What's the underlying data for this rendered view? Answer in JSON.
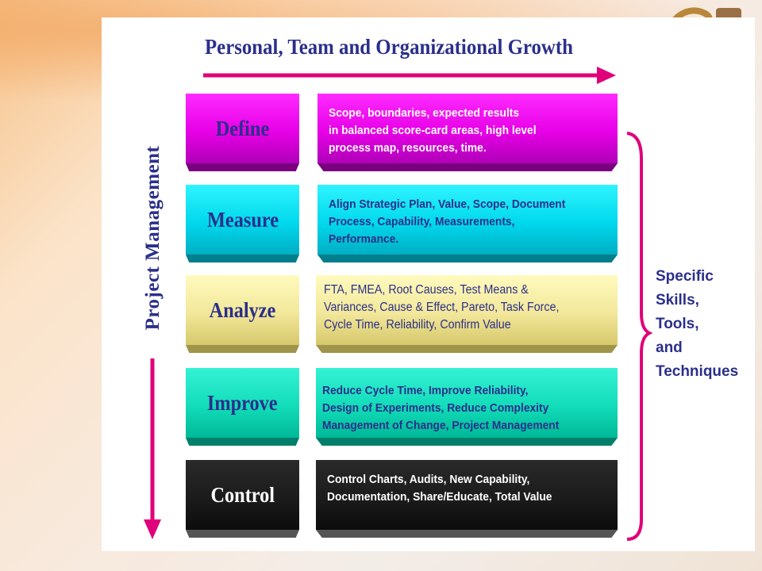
{
  "diagram": {
    "top_label": "Personal, Team and Organizational Growth",
    "side_label": "Project Management",
    "side_note": "Specific\nSkills,\nTools,\nand\nTechniques",
    "phases": [
      {
        "name": "Define",
        "description": "Scope, boundaries, expected results\n  in balanced score-card areas, high level\nprocess map, resources, time.",
        "color": "#e600e6"
      },
      {
        "name": "Measure",
        "description": "Align Strategic Plan, Value, Scope, Document\nProcess, Capability, Measurements,\nPerformance.",
        "color": "#00d8ec"
      },
      {
        "name": "Analyze",
        "description": "FTA, FMEA, Root Causes, Test Means &\nVariances, Cause & Effect, Pareto, Task Force,\nCycle Time, Reliability, Confirm Value",
        "color": "#f2e79a"
      },
      {
        "name": "Improve",
        "description": "Reduce Cycle Time, Improve Reliability,\nDesign of Experiments, Reduce Complexity\n Management of Change, Project Management",
        "color": "#12dcb9"
      },
      {
        "name": "Control",
        "description": "Control Charts,  Audits, New Capability,\nDocumentation, Share/Educate, Total Value",
        "color": "#1a1a1a"
      }
    ],
    "text_colors": {
      "dark": "#2b2f8a",
      "light": "#ffffff"
    },
    "arrow_color": "#e0007a"
  }
}
